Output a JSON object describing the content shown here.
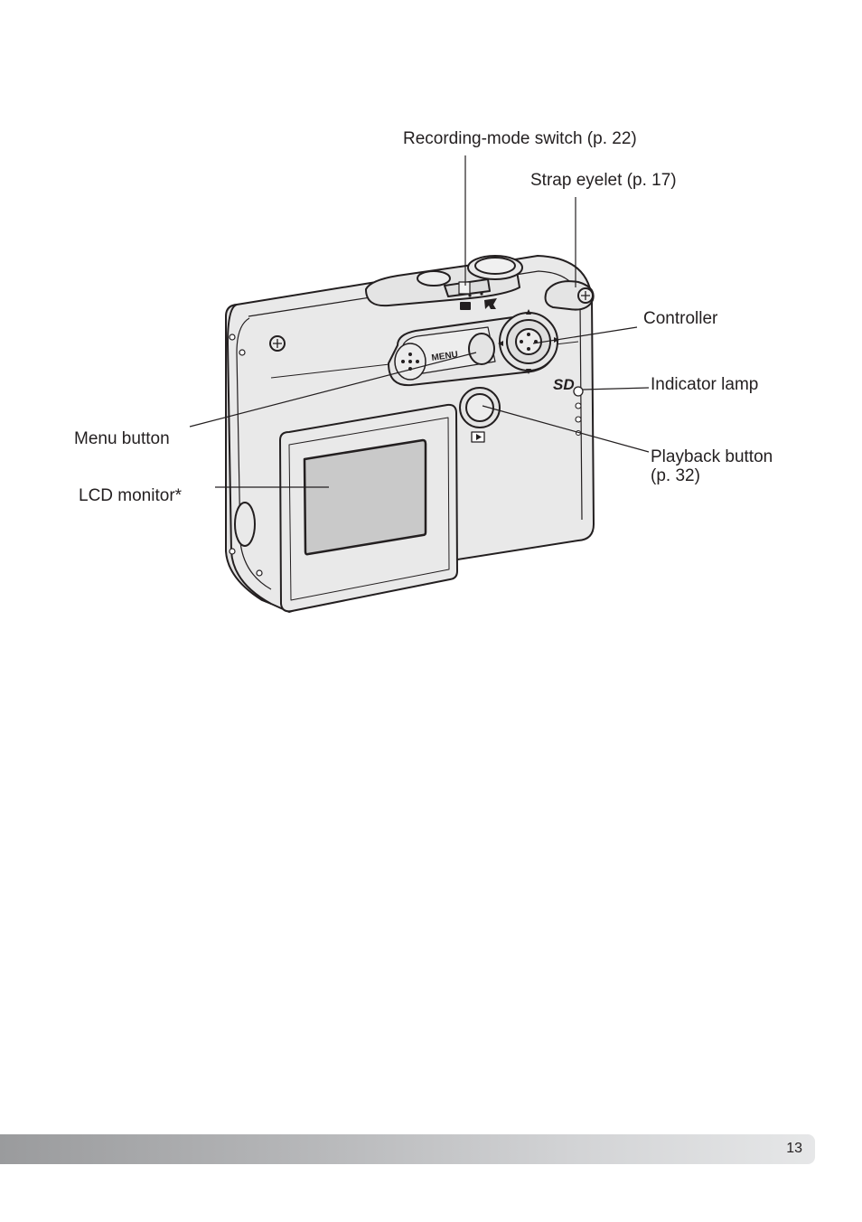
{
  "labels": {
    "recording_mode_switch": "Recording-mode switch (p. 22)",
    "strap_eyelet": "Strap eyelet (p. 17)",
    "controller": "Controller",
    "indicator_lamp": "Indicator lamp",
    "menu_button": "Menu button",
    "lcd_monitor": "LCD monitor*",
    "playback_button_line1": "Playback button",
    "playback_button_line2": "(p. 32)"
  },
  "camera_markings": {
    "menu_text": "MENU",
    "sd_logo": "SD"
  },
  "footer": {
    "page_number": "13"
  },
  "colors": {
    "body_fill": "#e9e9e9",
    "body_outline": "#231f20",
    "lcd_fill": "#c9c9c9"
  }
}
